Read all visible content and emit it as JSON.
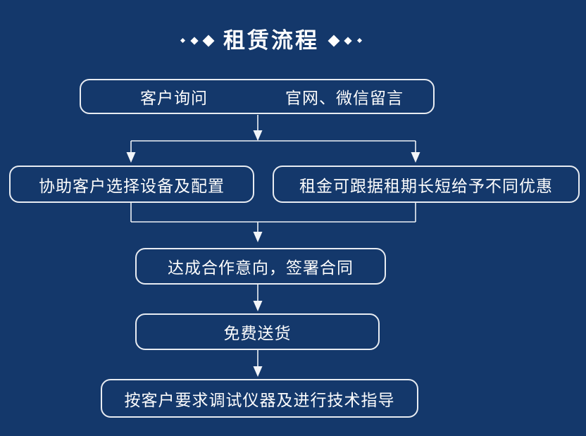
{
  "colors": {
    "background": "#14386b",
    "box_border": "#e8ecf2",
    "line": "#edf1f6",
    "text": "#ffffff"
  },
  "title": {
    "text": "租赁流程"
  },
  "nodes": {
    "inquiry_left": "客户询问",
    "inquiry_right": "官网、微信留言",
    "select_device": "协助客户选择设备及配置",
    "rent_discount": "租金可跟据租期长短给予不同优惠",
    "sign_contract": "达成合作意向，签署合同",
    "free_delivery": "免费送货",
    "tech_guidance": "按客户要求调试仪器及进行技术指导"
  }
}
